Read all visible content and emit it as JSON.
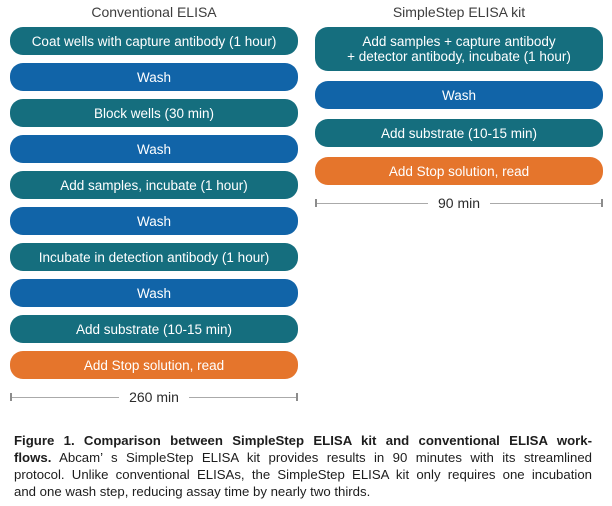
{
  "diagram": {
    "columns": [
      {
        "title": "Conventional ELISA",
        "total_time": "260 min",
        "steps": [
          {
            "label": "Coat wells with capture antibody (1 hour)",
            "type": "incubation"
          },
          {
            "label": "Wash",
            "type": "wash"
          },
          {
            "label": "Block wells (30 min)",
            "type": "incubation"
          },
          {
            "label": "Wash",
            "type": "wash"
          },
          {
            "label": "Add samples, incubate (1 hour)",
            "type": "incubation"
          },
          {
            "label": "Wash",
            "type": "wash"
          },
          {
            "label": "Incubate in detection antibody (1 hour)",
            "type": "incubation"
          },
          {
            "label": "Wash",
            "type": "wash"
          },
          {
            "label": "Add substrate (10-15 min)",
            "type": "incubation"
          },
          {
            "label": "Add Stop solution, read",
            "type": "stop"
          }
        ]
      },
      {
        "title": "SimpleStep ELISA kit",
        "total_time": "90 min",
        "steps": [
          {
            "label": "Add samples + capture antibody\n+ detector antibody, incubate (1 hour)",
            "type": "incubation"
          },
          {
            "label": "Wash",
            "type": "wash"
          },
          {
            "label": "Add substrate (10-15 min)",
            "type": "incubation"
          },
          {
            "label": "Add Stop solution, read",
            "type": "stop"
          }
        ]
      }
    ],
    "colors": {
      "incubation": "#156E7E",
      "wash": "#1164A8",
      "stop": "#E5752C"
    }
  },
  "caption": {
    "line1_bold": "Figure 1. Comparison between SimpleStep ELISA kit and conventional ELISA work-",
    "line2_bold": "flows.",
    "line2_rest": "Abcam’ s SimpleStep ELISA kit provides results in 90 minutes with its streamlined",
    "line3": "protocol. Unlike conventional ELISAs, the SimpleStep ELISA kit only requires one incubation",
    "line4": "and one wash step, reducing assay time by nearly two thirds."
  }
}
